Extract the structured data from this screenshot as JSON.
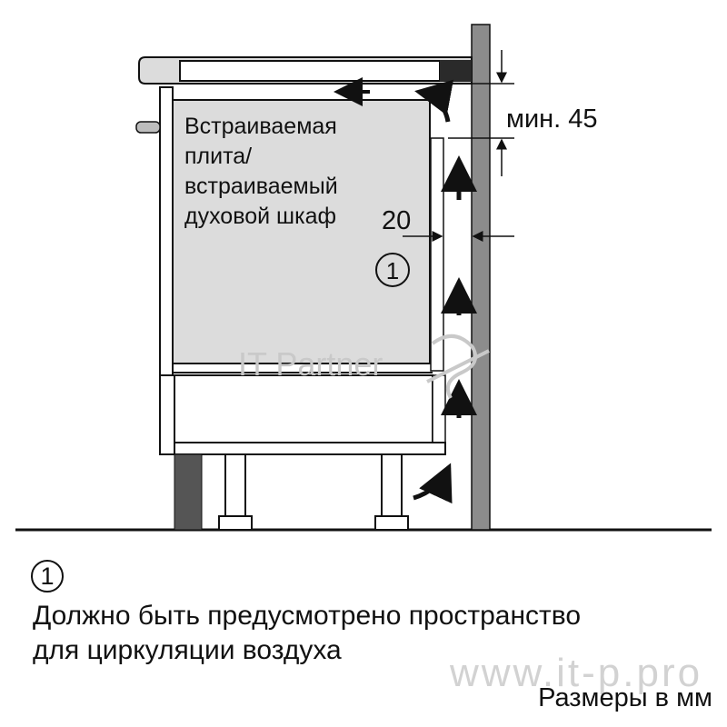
{
  "diagram": {
    "appliance_label": [
      "Встраиваемая",
      "плита/",
      "встраиваемый",
      "духовой шкаф"
    ],
    "dim_top": "мин. 45",
    "dim_side": "20",
    "callout": "1",
    "watermark": "IT Partner"
  },
  "legend": {
    "number": "1",
    "lines": [
      "Должно быть предусмотрено пространство",
      "для циркуляции воздуха"
    ]
  },
  "footer": {
    "watermark": "www.it-p.pro",
    "units_note": "Размеры в мм"
  },
  "colors": {
    "wall": "#8c8c8c",
    "panel": "#dcdcdc",
    "outline": "#111111",
    "plinth": "#555555"
  }
}
